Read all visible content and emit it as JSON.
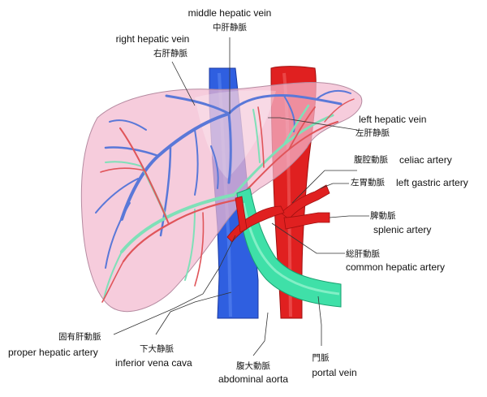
{
  "labels": {
    "middle_hepatic_vein": {
      "en": "middle hepatic vein",
      "ja": "中肝静脈"
    },
    "right_hepatic_vein": {
      "en": "right hepatic vein",
      "ja": "右肝静脈"
    },
    "left_hepatic_vein": {
      "en": "left hepatic vein",
      "ja": "左肝静脈"
    },
    "celiac_artery": {
      "en": "celiac artery",
      "ja": "腹腔動脈"
    },
    "left_gastric_artery": {
      "en": "left gastric artery",
      "ja": "左胃動脈"
    },
    "splenic_artery": {
      "en": "splenic artery",
      "ja": "脾動脈"
    },
    "common_hepatic_artery": {
      "en": "common hepatic artery",
      "ja": "総肝動脈"
    },
    "proper_hepatic_artery": {
      "en": "proper hepatic artery",
      "ja": "固有肝動脈"
    },
    "inferior_vena_cava": {
      "en": "inferior vena cava",
      "ja": "下大静脈"
    },
    "abdominal_aorta": {
      "en": "abdominal aorta",
      "ja": "腹大動脈"
    },
    "portal_vein": {
      "en": "portal vein",
      "ja": "門脈"
    }
  },
  "colors": {
    "vein": "#2f5fe0",
    "artery": "#e02020",
    "portal": "#3fe0a8",
    "liver": "#f2b8cf"
  }
}
